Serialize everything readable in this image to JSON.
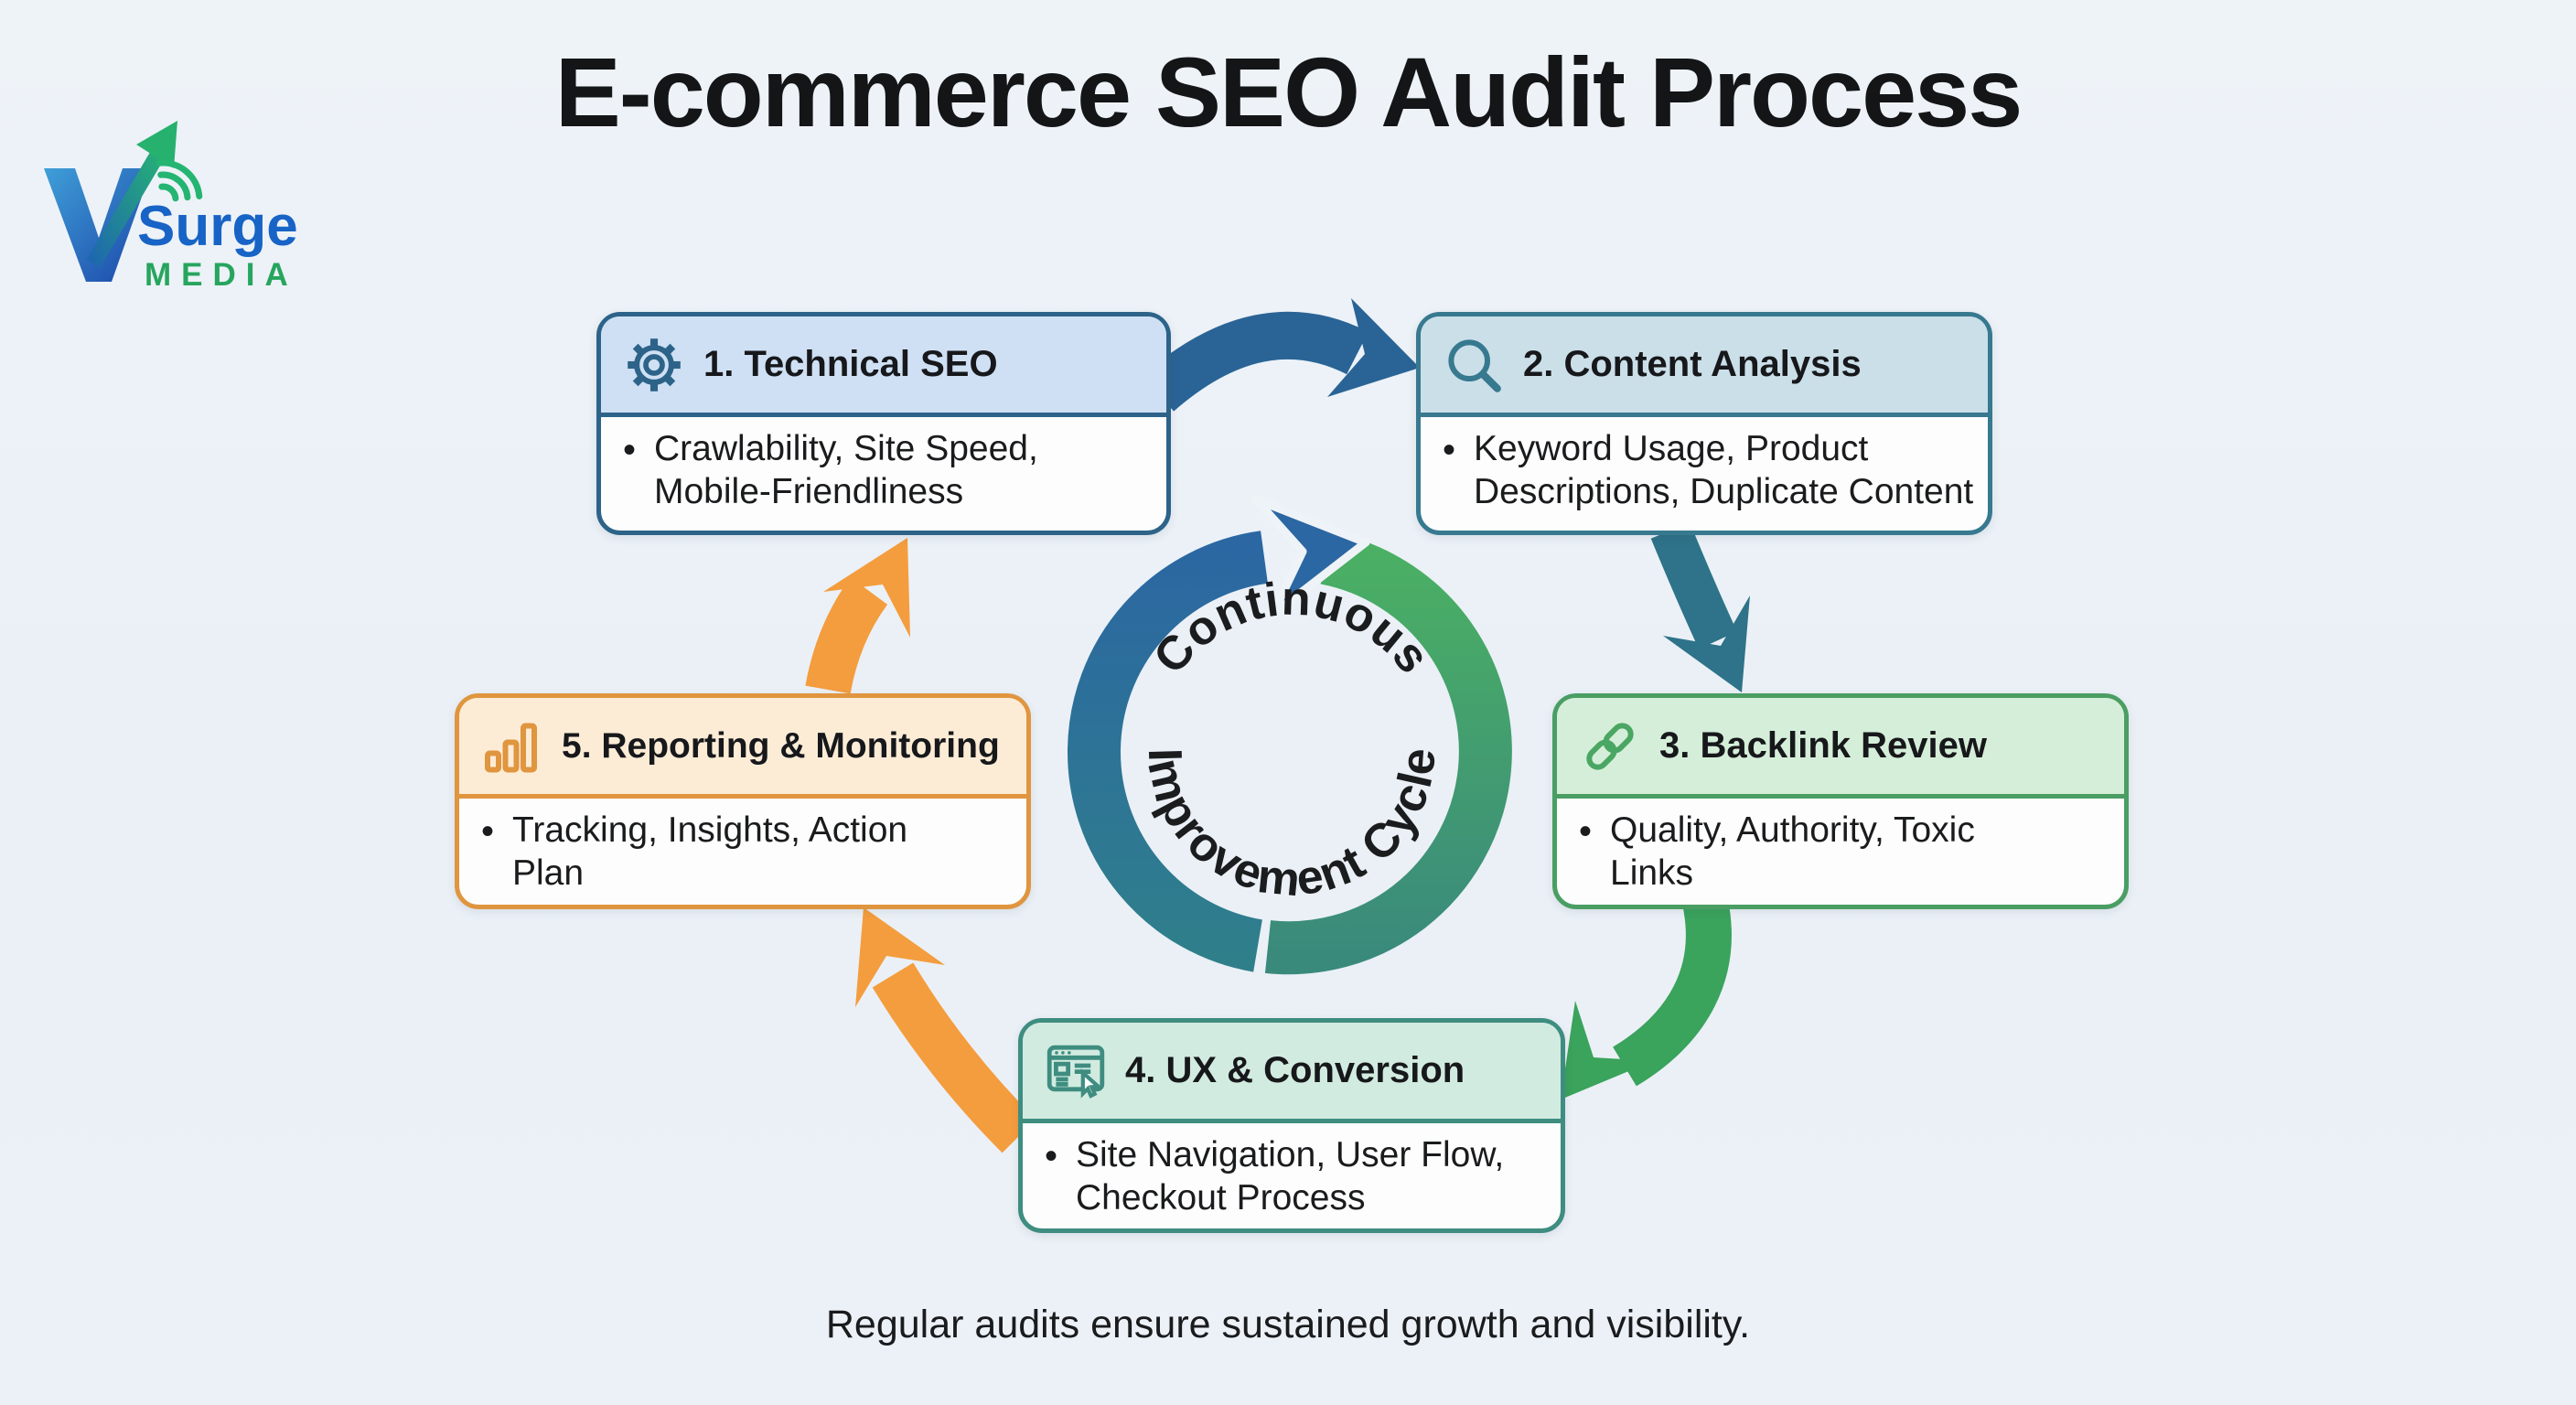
{
  "page": {
    "title": "E-commerce SEO Audit Process",
    "caption": "Regular audits ensure sustained growth and visibility.",
    "background": "#edf2f7"
  },
  "logo": {
    "brand": "Surge",
    "sub": "MEDIA",
    "icon": "v-arrow-signal-icon",
    "colors": {
      "brand_blue": "#1863c6",
      "sub_green": "#27a55e",
      "arrow_green": "#27b571",
      "v_blue": "#1b45a8"
    }
  },
  "cycle": {
    "label_top": "Continuous",
    "label_bottom": "Improvement Cycle",
    "colors": {
      "blue": "#2b67a2",
      "teal": "#2f7f8b",
      "green": "#4bb063"
    }
  },
  "steps": [
    {
      "title": "1. Technical SEO",
      "icon": "gear-icon",
      "bullet": "Crawlability, Site Speed, Mobile-Friendliness",
      "accent": "#2d6389",
      "header_bg": "#cfe0f4"
    },
    {
      "title": "2. Content Analysis",
      "icon": "magnifier-icon",
      "bullet": "Keyword Usage, Product Descriptions, Duplicate Content",
      "accent": "#37798f",
      "header_bg": "#cbdfe9"
    },
    {
      "title": "3. Backlink Review",
      "icon": "link-icon",
      "bullet": "Quality, Authority, Toxic Links",
      "accent": "#4a9e63",
      "header_bg": "#d5eed9"
    },
    {
      "title": "4. UX & Conversion",
      "icon": "browser-cursor-icon",
      "bullet": "Site Navigation, User Flow, Checkout Process",
      "accent": "#3e8d80",
      "header_bg": "#d2ebe0"
    },
    {
      "title": "5. Reporting & Monitoring",
      "icon": "bar-chart-icon",
      "bullet": "Tracking, Insights, Action Plan",
      "accent": "#e0953f",
      "header_bg": "#fcecd6"
    }
  ],
  "arrows": {
    "step1_to_step2": "#2a6496",
    "step2_to_step3": "#2e7389",
    "step3_to_step4": "#3aa35c",
    "step4_to_step5": "#f49d3e",
    "step5_to_step1": "#f49d3e"
  },
  "bullet_glyph": "•"
}
